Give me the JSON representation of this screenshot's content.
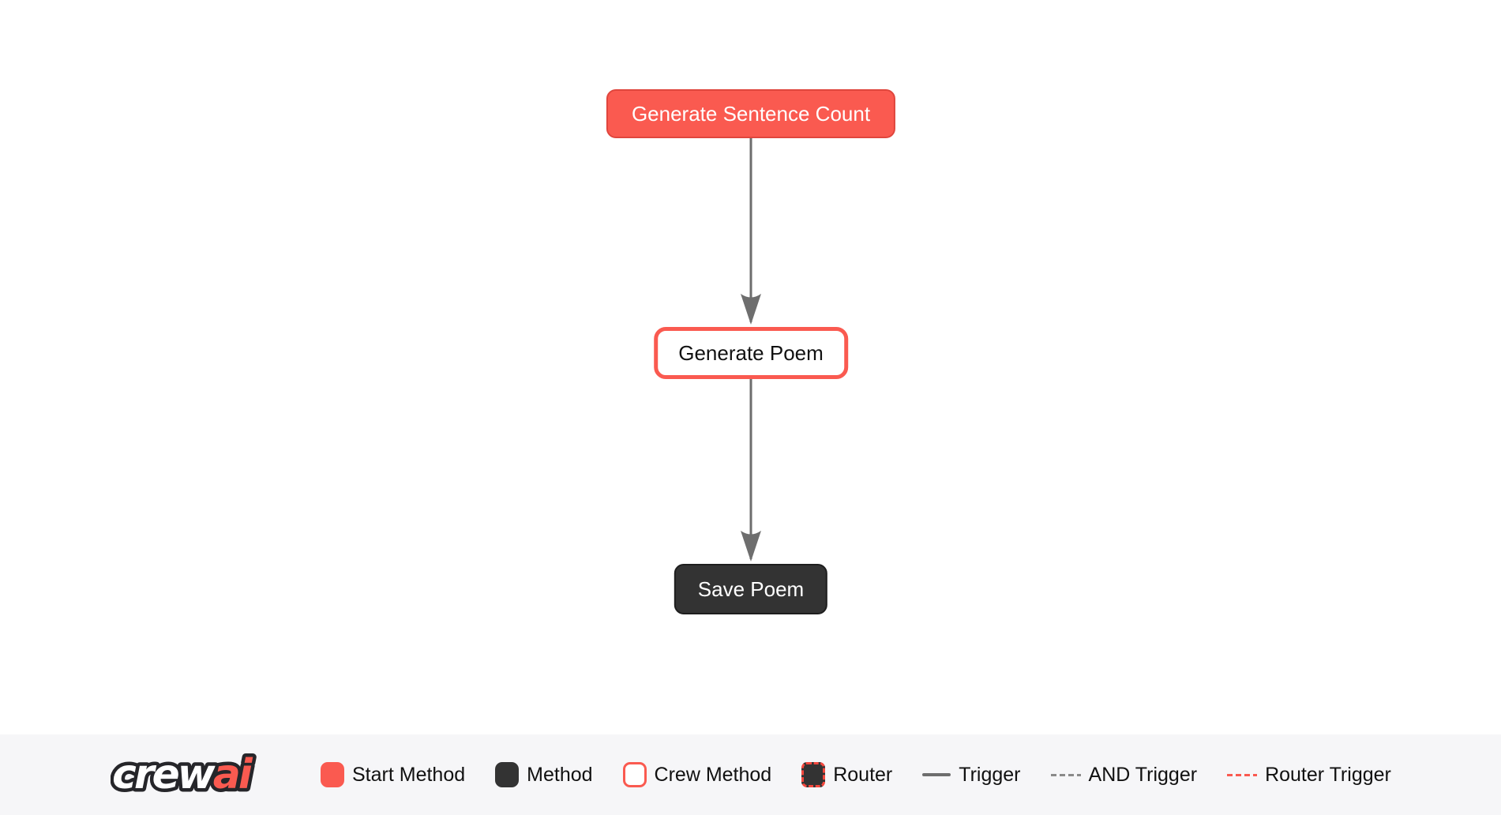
{
  "diagram": {
    "nodes": [
      {
        "id": "generate_sentence_count",
        "label": "Generate Sentence Count",
        "type": "start-method"
      },
      {
        "id": "generate_poem",
        "label": "Generate Poem",
        "type": "crew-method"
      },
      {
        "id": "save_poem",
        "label": "Save Poem",
        "type": "method"
      }
    ],
    "edges": [
      {
        "from": "generate_sentence_count",
        "to": "generate_poem",
        "type": "trigger"
      },
      {
        "from": "generate_poem",
        "to": "save_poem",
        "type": "trigger"
      }
    ]
  },
  "legend": {
    "logo": {
      "part1": "crew",
      "part2": "ai"
    },
    "items": [
      {
        "label": "Start Method",
        "swatch": "start-method-swatch"
      },
      {
        "label": "Method",
        "swatch": "method-swatch"
      },
      {
        "label": "Crew Method",
        "swatch": "crew-method-swatch"
      },
      {
        "label": "Router",
        "swatch": "router-swatch"
      },
      {
        "label": "Trigger",
        "swatch": "trigger-line"
      },
      {
        "label": "AND Trigger",
        "swatch": "and-trigger-line"
      },
      {
        "label": "Router Trigger",
        "swatch": "router-trigger-line"
      }
    ]
  },
  "colors": {
    "accent_red": "#FA5A50",
    "accent_red_border": "#E0463D",
    "router_dash_red": "#F4483E",
    "dark_node": "#333333",
    "dark_node_border": "#1E1E1E",
    "edge_gray": "#6E6E6E",
    "and_trigger_gray": "#8A8A8A",
    "legend_bar_bg": "#F6F6F8",
    "text_dark": "#111111",
    "text_light": "#FFFFFF"
  }
}
